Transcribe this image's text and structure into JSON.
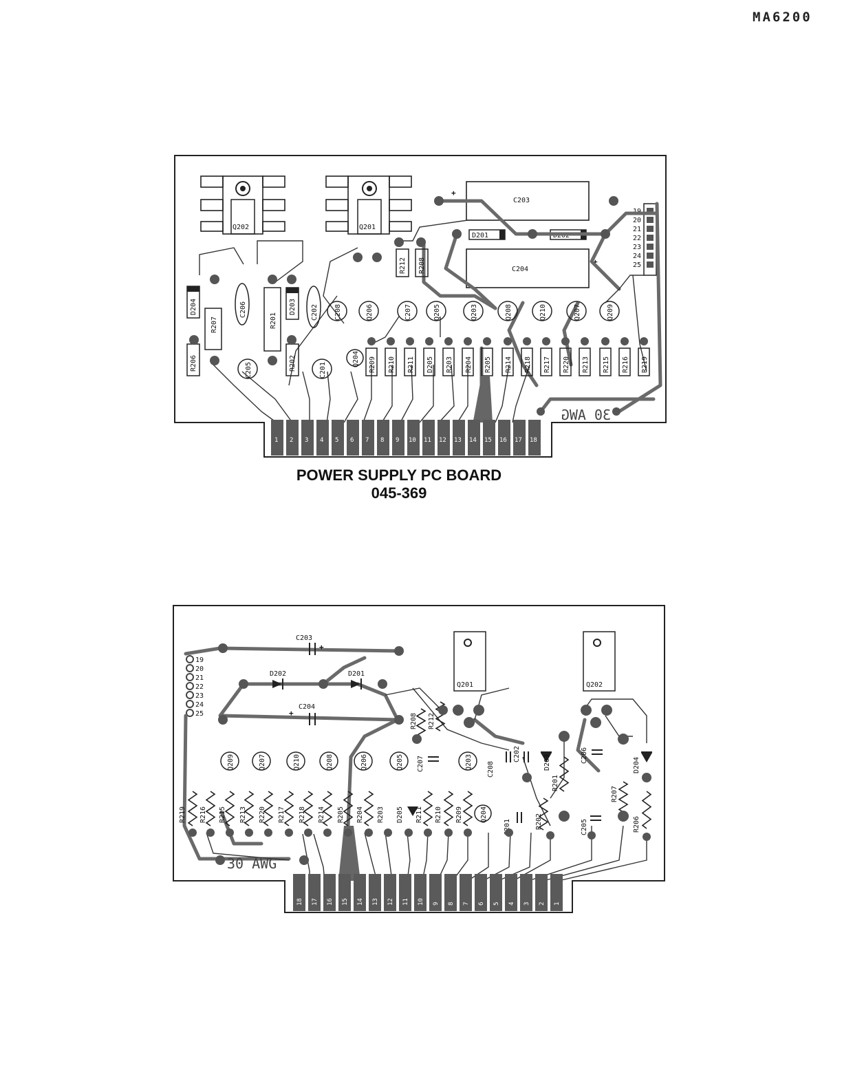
{
  "header": {
    "model_number": "MA6200"
  },
  "caption": {
    "title": "POWER SUPPLY PC BOARD",
    "part_number": "045-369"
  },
  "top_board": {
    "transistors_large": [
      "Q202",
      "Q201"
    ],
    "capacitors_box": [
      "C203",
      "C204"
    ],
    "diodes_h": [
      "D201",
      "D202"
    ],
    "connector_pins": [
      "19",
      "20",
      "21",
      "22",
      "23",
      "24",
      "25"
    ],
    "vertical_parts_left": [
      "D204",
      "R207",
      "C206",
      "R201",
      "D203",
      "C202"
    ],
    "vertical_parts_mid": [
      "R212",
      "R208"
    ],
    "small_transistors": [
      "Q206",
      "Q205",
      "Q203",
      "Q208",
      "Q210",
      "Q207",
      "Q209"
    ],
    "small_caps": [
      "C208",
      "C207"
    ],
    "bottom_resistor_row": [
      "R209",
      "R210",
      "R211",
      "D205",
      "R203",
      "R204",
      "R205",
      "R214",
      "R218",
      "R217",
      "R220",
      "R213",
      "R215",
      "R216",
      "R219"
    ],
    "lower_left_parts": [
      "R206",
      "C205",
      "R202",
      "C201",
      "Q204"
    ],
    "edge_pins": [
      "1",
      "2",
      "3",
      "4",
      "5",
      "6",
      "7",
      "8",
      "9",
      "10",
      "11",
      "12",
      "13",
      "14",
      "15",
      "16",
      "17",
      "18"
    ],
    "wire_label": "30 AWG"
  },
  "bottom_board": {
    "capacitors": [
      "C203",
      "C204"
    ],
    "diodes": [
      "D202",
      "D201"
    ],
    "connector_pins": [
      "19",
      "20",
      "21",
      "22",
      "23",
      "24",
      "25"
    ],
    "transistors_large": [
      "Q201",
      "Q202"
    ],
    "vertical_resistors_mid": [
      "R208",
      "R212"
    ],
    "small_transistors": [
      "Q209",
      "Q207",
      "Q210",
      "Q208",
      "Q206",
      "Q205",
      "Q203"
    ],
    "small_caps": [
      "C207",
      "C208",
      "C202",
      "C206"
    ],
    "diodes_right": [
      "D203",
      "D204"
    ],
    "right_resistors": [
      "R201",
      "R207",
      "R202",
      "R206"
    ],
    "right_caps": [
      "C201",
      "C205"
    ],
    "bottom_row": [
      "R219",
      "R216",
      "R215",
      "R213",
      "R220",
      "R217",
      "R218",
      "R214",
      "R205",
      "R204",
      "R203",
      "D205",
      "R211",
      "R210",
      "R209",
      "Q204"
    ],
    "edge_pins": [
      "18",
      "17",
      "16",
      "15",
      "14",
      "13",
      "12",
      "11",
      "10",
      "9",
      "8",
      "7",
      "6",
      "5",
      "4",
      "3",
      "2",
      "1"
    ],
    "wire_label": "30 AWG"
  }
}
